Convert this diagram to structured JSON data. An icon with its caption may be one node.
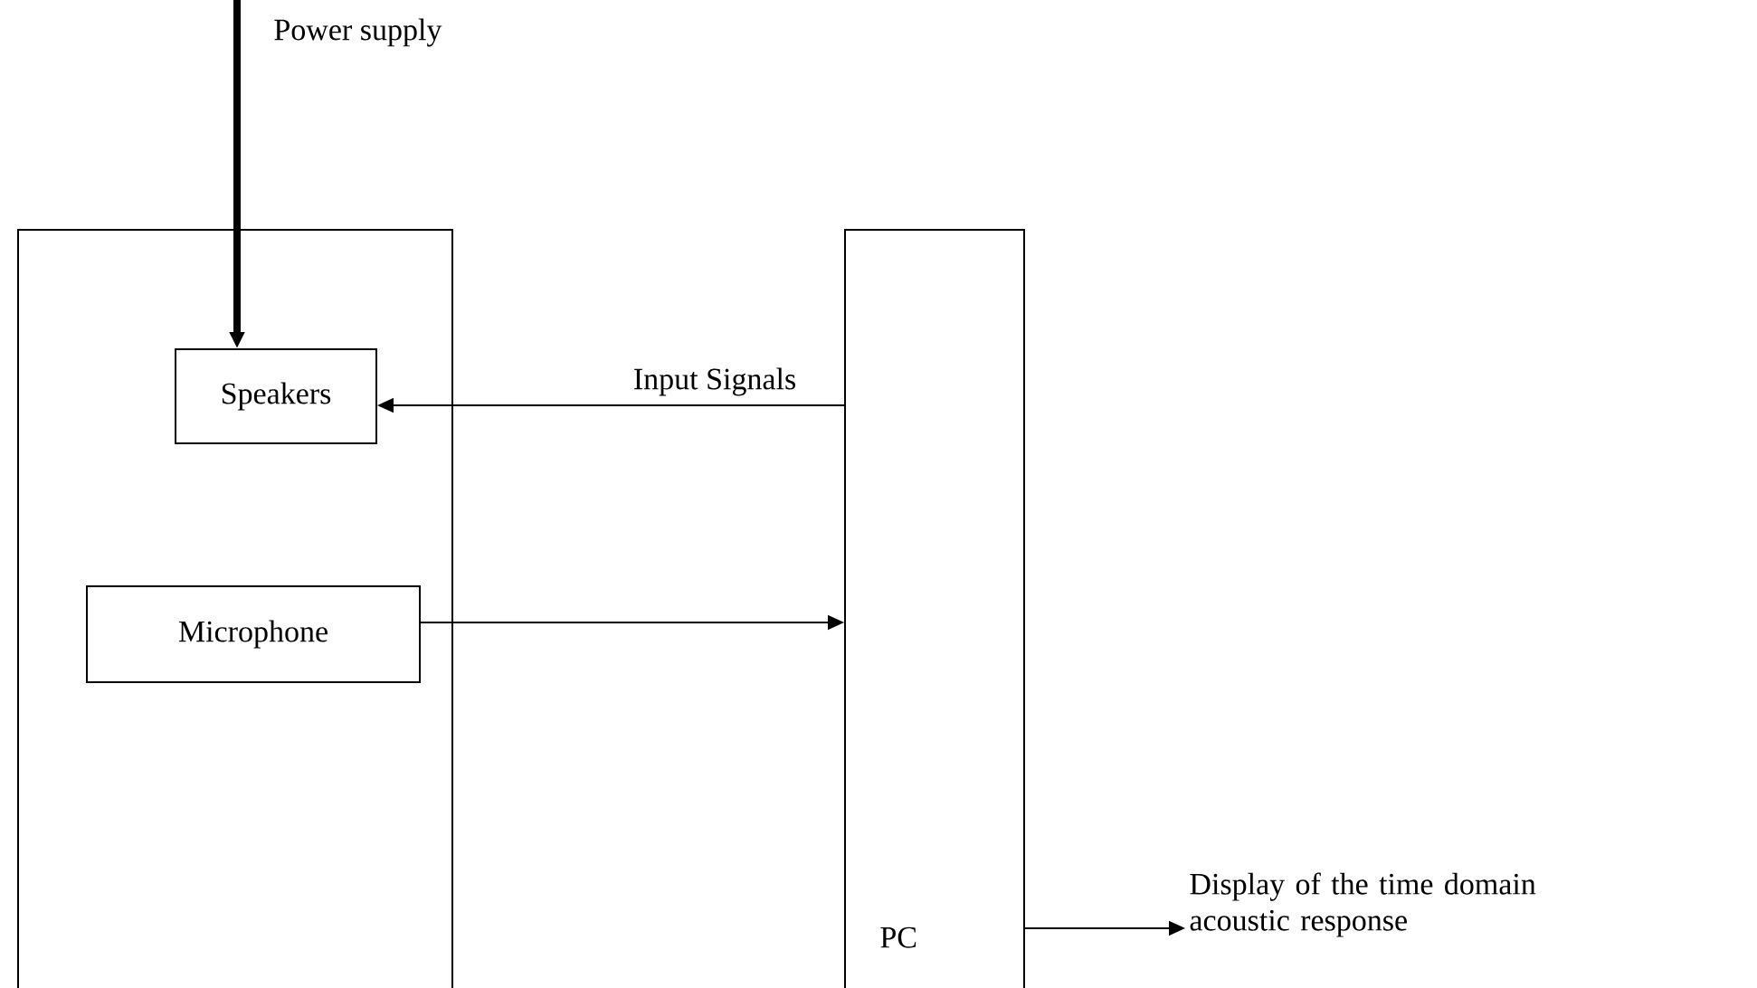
{
  "diagram": {
    "nodes": [
      {
        "text": [],
        "shape": "box"
      },
      {
        "text": [
          "Speakers"
        ],
        "in": 0
      },
      {
        "text": [
          "Microphone"
        ],
        "in": 0
      },
      {
        "text": [
          "PC"
        ]
      },
      {
        "text": [
          "Display of the time domain acoustic response"
        ]
      }
    ],
    "edges": [
      {
        "from": null,
        "to": 1,
        "arrow": "to",
        "label": "Power supply",
        "style": "thick"
      },
      {
        "from": 3,
        "to": 1,
        "arrow": "to",
        "label": "Input Signals"
      },
      {
        "from": 2,
        "to": 3,
        "arrow": "to"
      },
      {
        "from": 3,
        "to": 4,
        "arrow": "to"
      }
    ]
  }
}
